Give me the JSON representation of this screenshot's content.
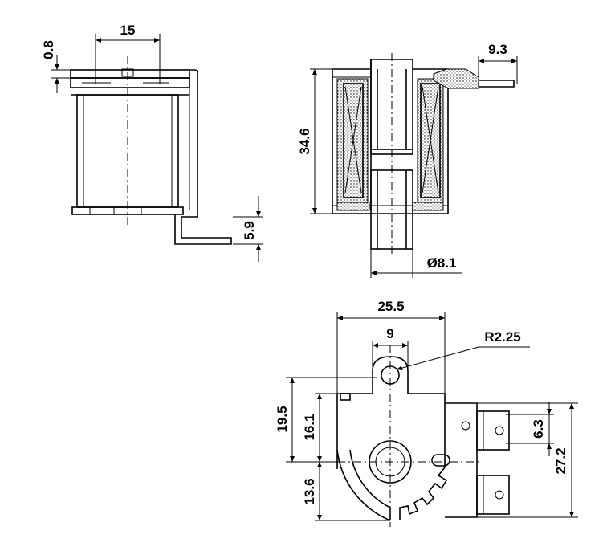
{
  "dimensions": {
    "top_width": "15",
    "plate_thickness": "0.8",
    "terminal_offset": "9.3",
    "coil_height": "34.6",
    "tab_height": "5.9",
    "tube_diameter": "Ø8.1",
    "body_width": "25.5",
    "boss_width": "9",
    "boss_radius": "R2.25",
    "height_upper": "19.5",
    "height_inner": "16.1",
    "height_lower": "13.6",
    "terminal_pitch": "6.3",
    "total_height": "27.2"
  }
}
